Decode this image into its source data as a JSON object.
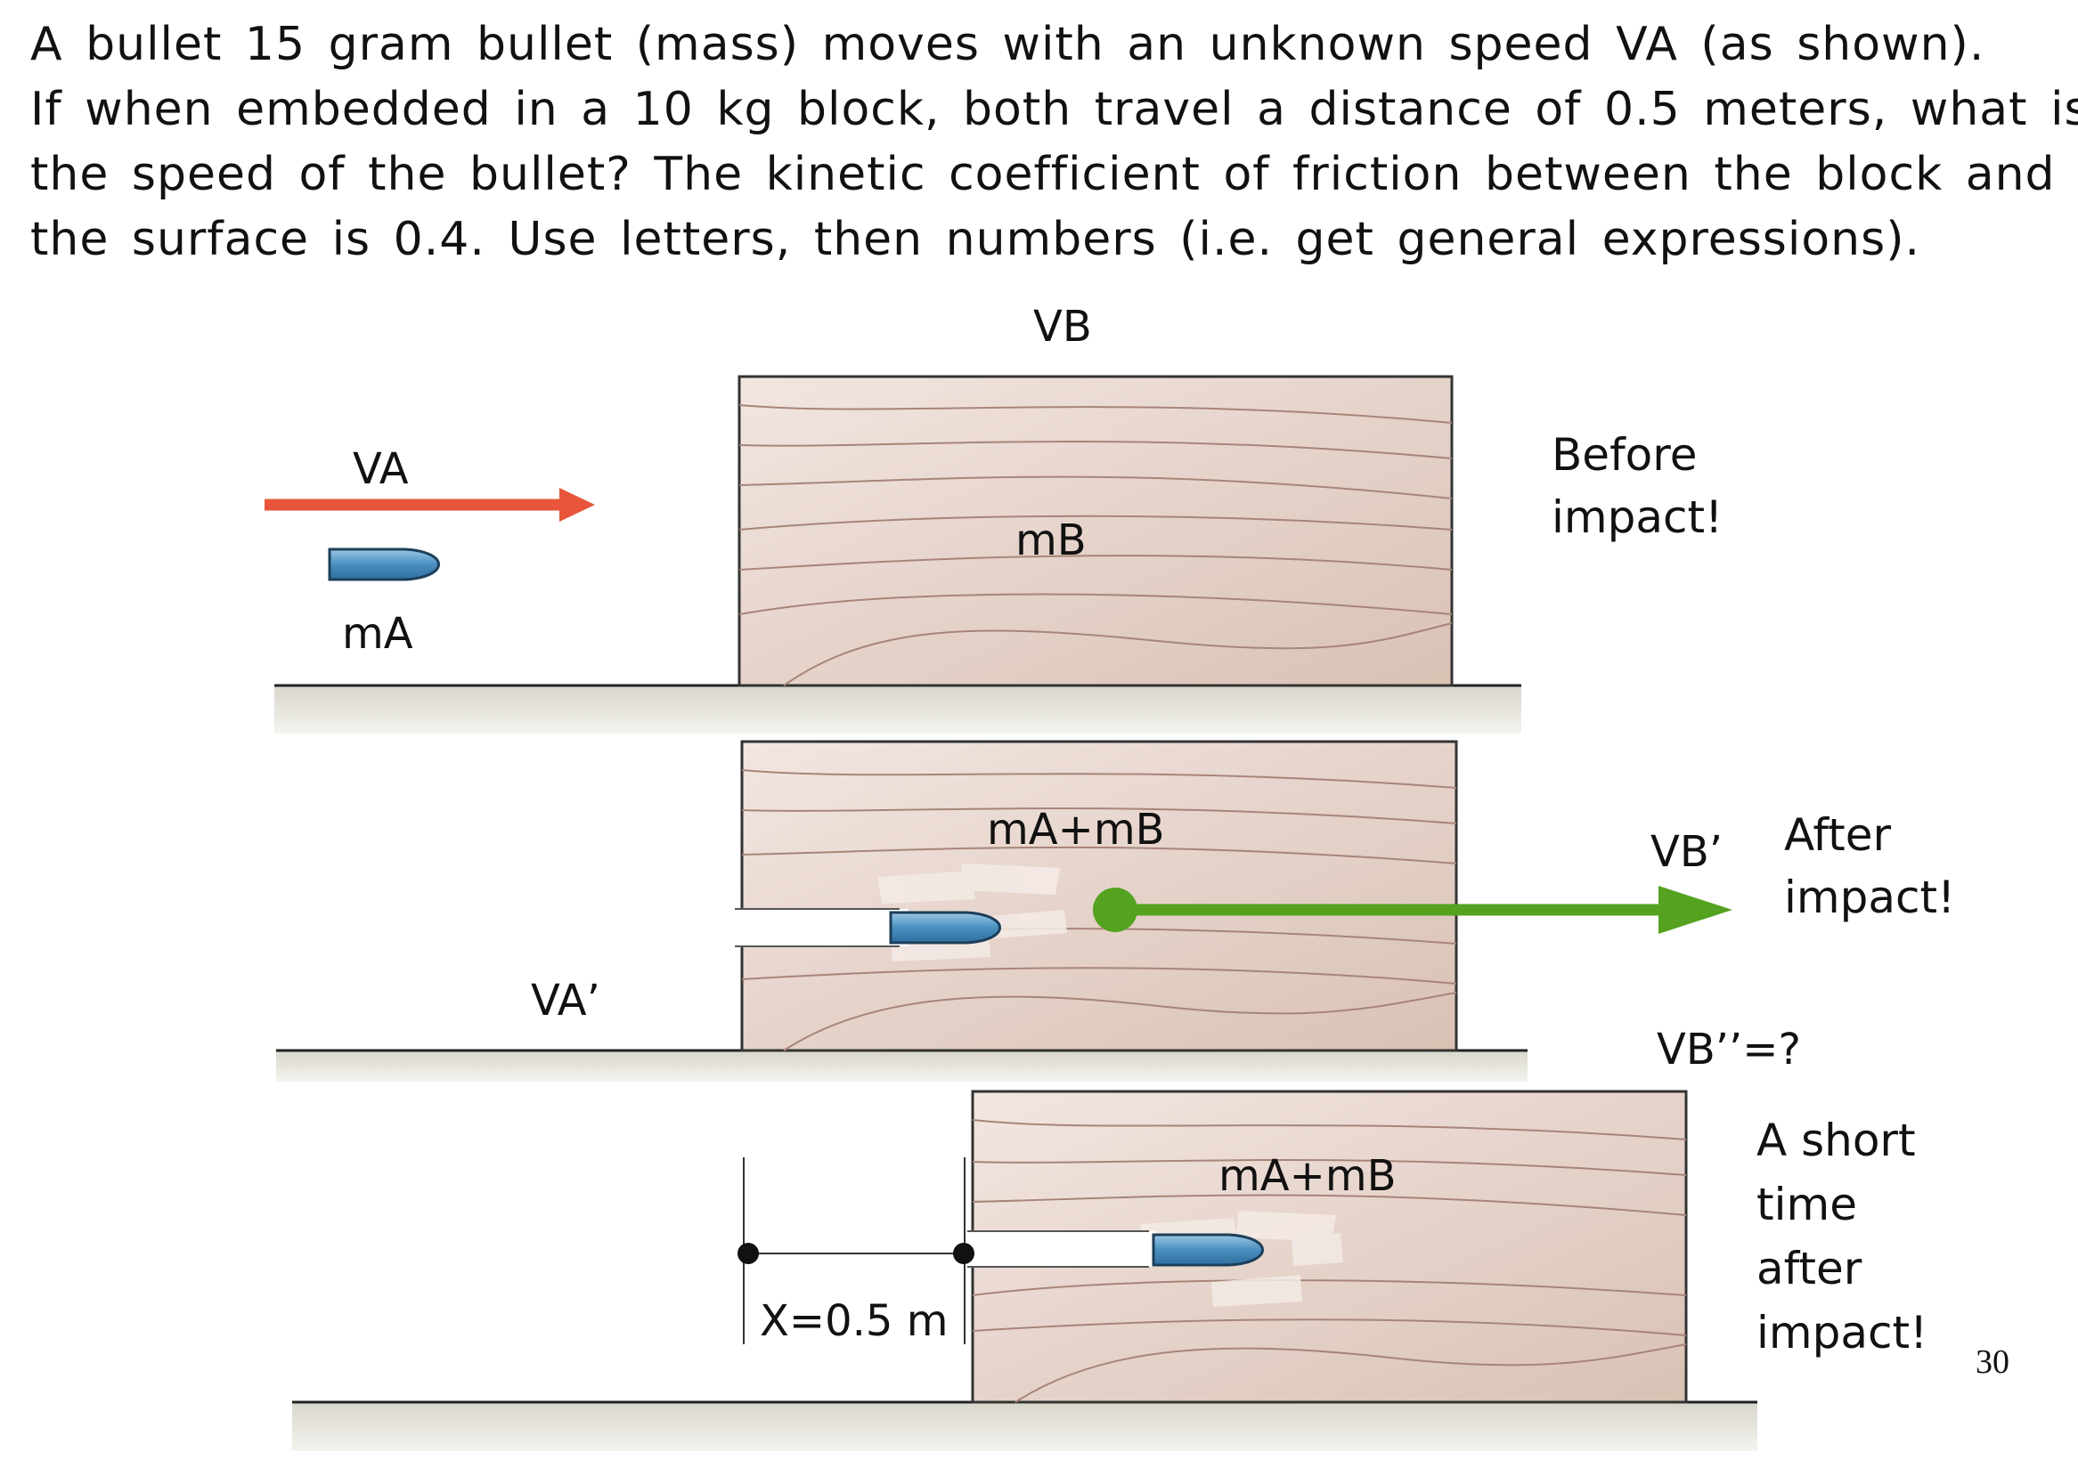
{
  "problem": {
    "lines": [
      "A bullet 15 gram bullet (mass) moves with an unknown speed VA (as shown).",
      "If when embedded in a 10 kg block, both travel a distance of 0.5 meters, what is",
      "the speed of the bullet? The kinetic coefficient of friction between the block and",
      "the surface is 0.4. Use letters, then numbers (i.e. get general expressions)."
    ]
  },
  "panel_before": {
    "block_velocity_label": "VB",
    "bullet_velocity_label": "VA",
    "bullet_mass_label": "mA",
    "block_mass_label": "mB",
    "stage_caption": [
      "Before",
      "impact!"
    ]
  },
  "panel_after": {
    "combined_mass_label": "mA+mB",
    "block_velocity_label": "VB’",
    "bullet_velocity_label": "VA’",
    "stage_caption": [
      "After",
      "impact!"
    ]
  },
  "panel_later": {
    "final_velocity_label": "VB’’=?",
    "combined_mass_label": "mA+mB",
    "distance_label": "X=0.5 m",
    "stage_caption": [
      "A short",
      "time",
      "after",
      "impact!"
    ]
  },
  "page_number": "30",
  "colors": {
    "velocity_arrow_initial": "#e8553a",
    "velocity_arrow_after": "#54a21f",
    "bullet": "#4a8fbf",
    "wood": "#e3cfc5",
    "ground": "#e6e4dc"
  }
}
